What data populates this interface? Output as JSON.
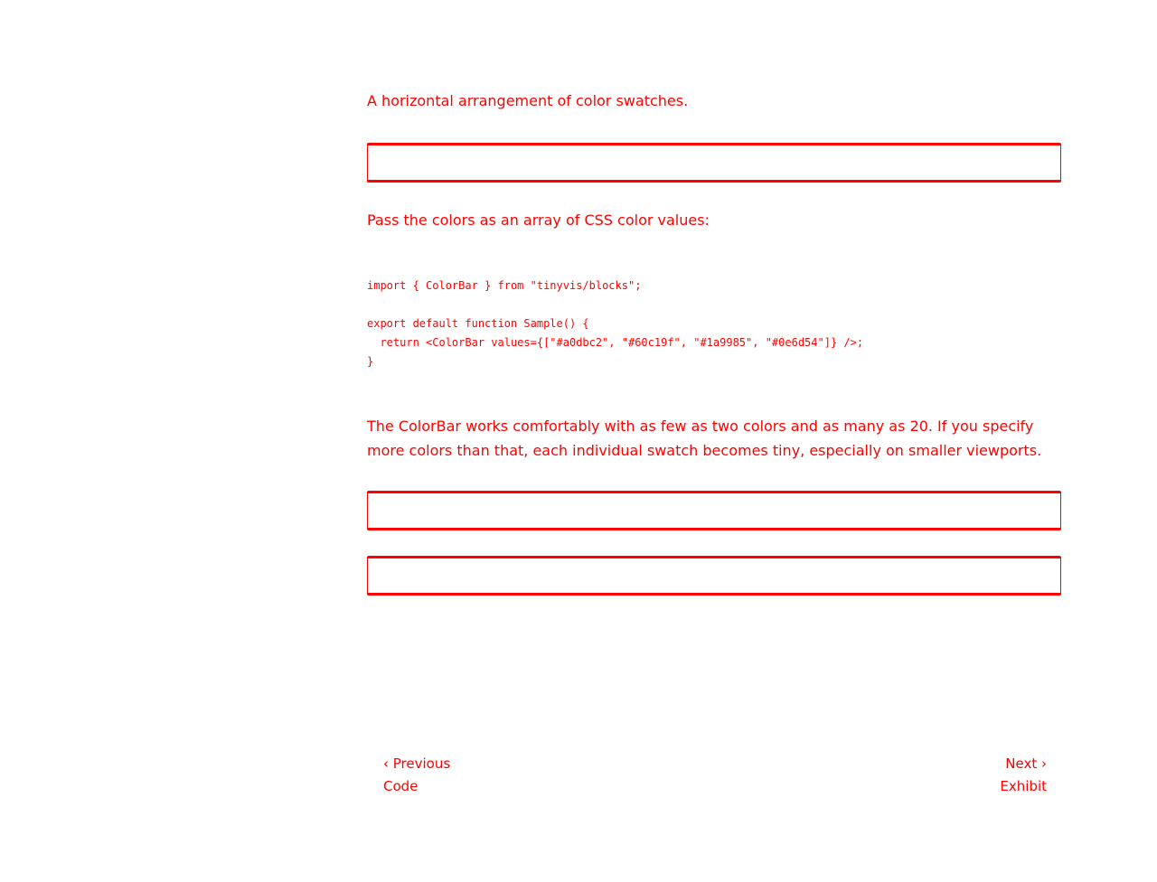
{
  "lead": "A horizontal arrangement of color swatches.",
  "intro": "Pass the colors as an array of CSS color values:",
  "code": {
    "line1": "import { ColorBar } from \"tinyvis/blocks\";",
    "line2": "export default function Sample() {",
    "line3": "  return <ColorBar values={[\"#a0dbc2\", \"#60c19f\", \"#1a9985\", \"#0e6d54\"]} />;",
    "line4": "}"
  },
  "note": "The ColorBar works comfortably with as few as two colors and as many as 20. If you specify more colors than that, each individual swatch becomes tiny, especially on smaller viewports.",
  "pager": {
    "prev_label": "‹ Previous",
    "prev_title": "Code",
    "next_label": "Next ›",
    "next_title": "Exhibit"
  },
  "accent": "#ff0000"
}
